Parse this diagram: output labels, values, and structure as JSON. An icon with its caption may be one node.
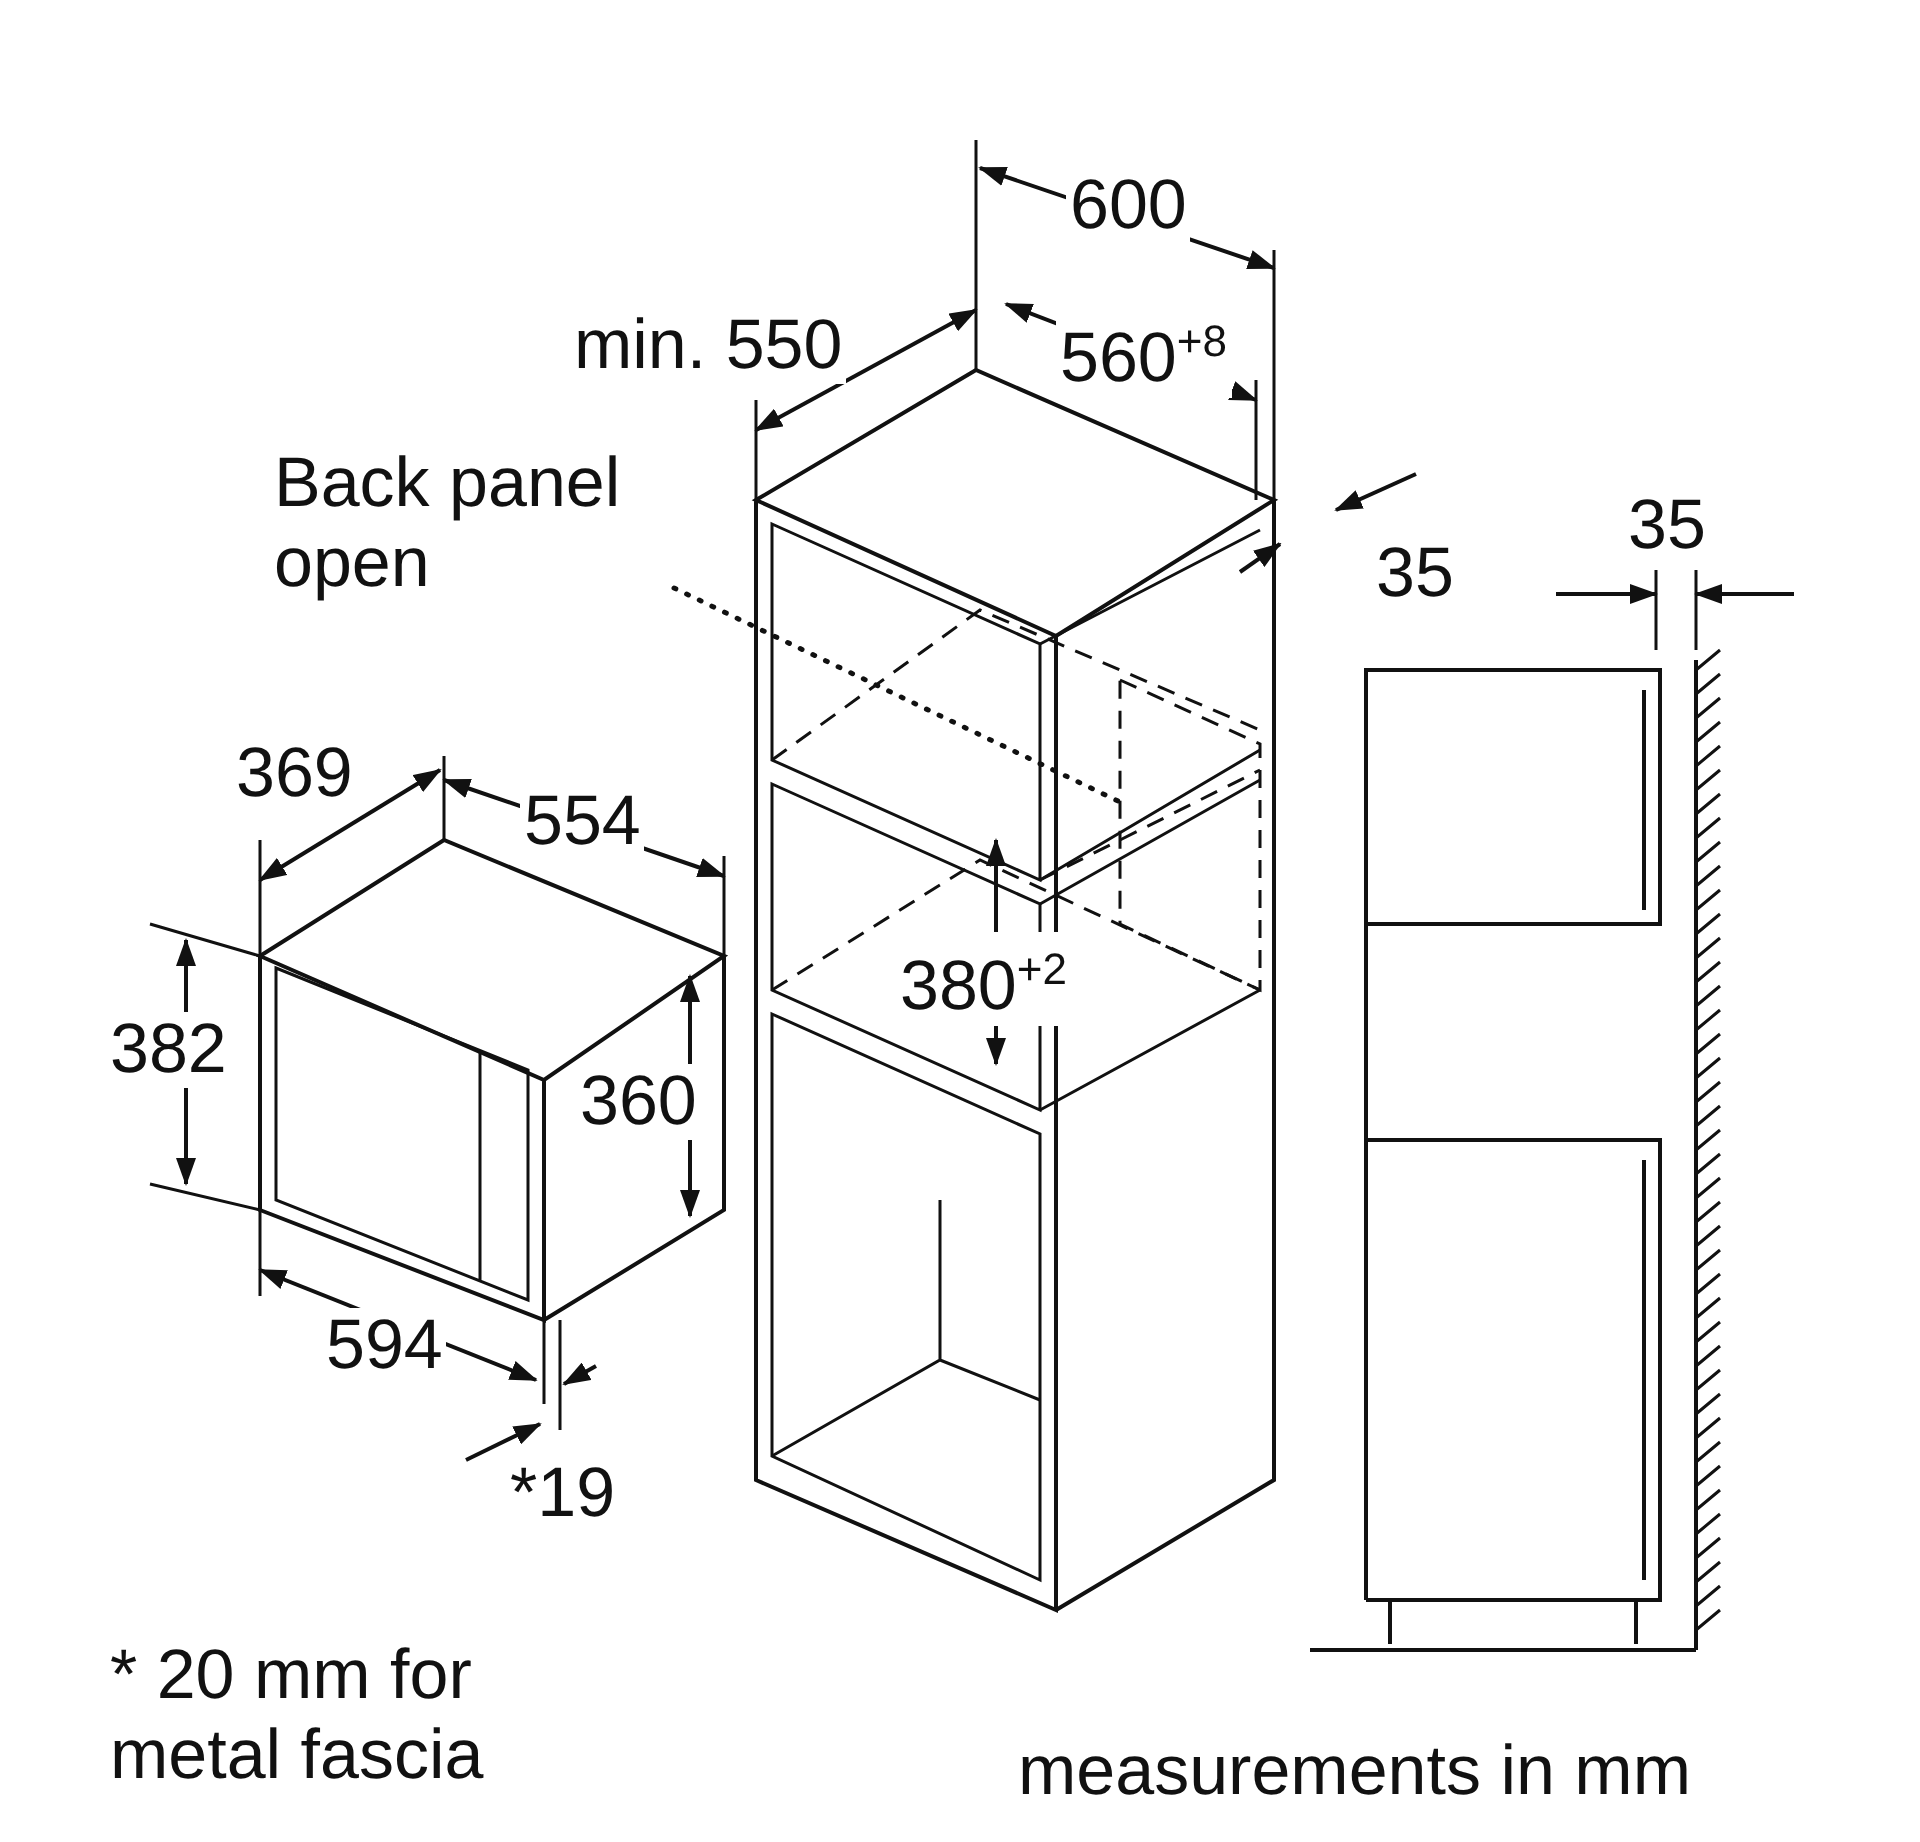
{
  "diagram": {
    "nodes": [
      {
        "text": [
          "Back panel open"
        ]
      },
      {
        "text": [],
        "shape": "box"
      }
    ],
    "edges": [
      {
        "from": 0,
        "to": 1,
        "arrow": "none",
        "style": "dashed"
      }
    ],
    "labels": [
      "600",
      "min. 550",
      "560$^{+8}$",
      "35",
      "35",
      "369",
      "554",
      "382",
      "360",
      "380$^{+2}$",
      "594",
      "*19",
      "* 20 mm for metal fascia",
      "measurements in mm"
    ]
  }
}
